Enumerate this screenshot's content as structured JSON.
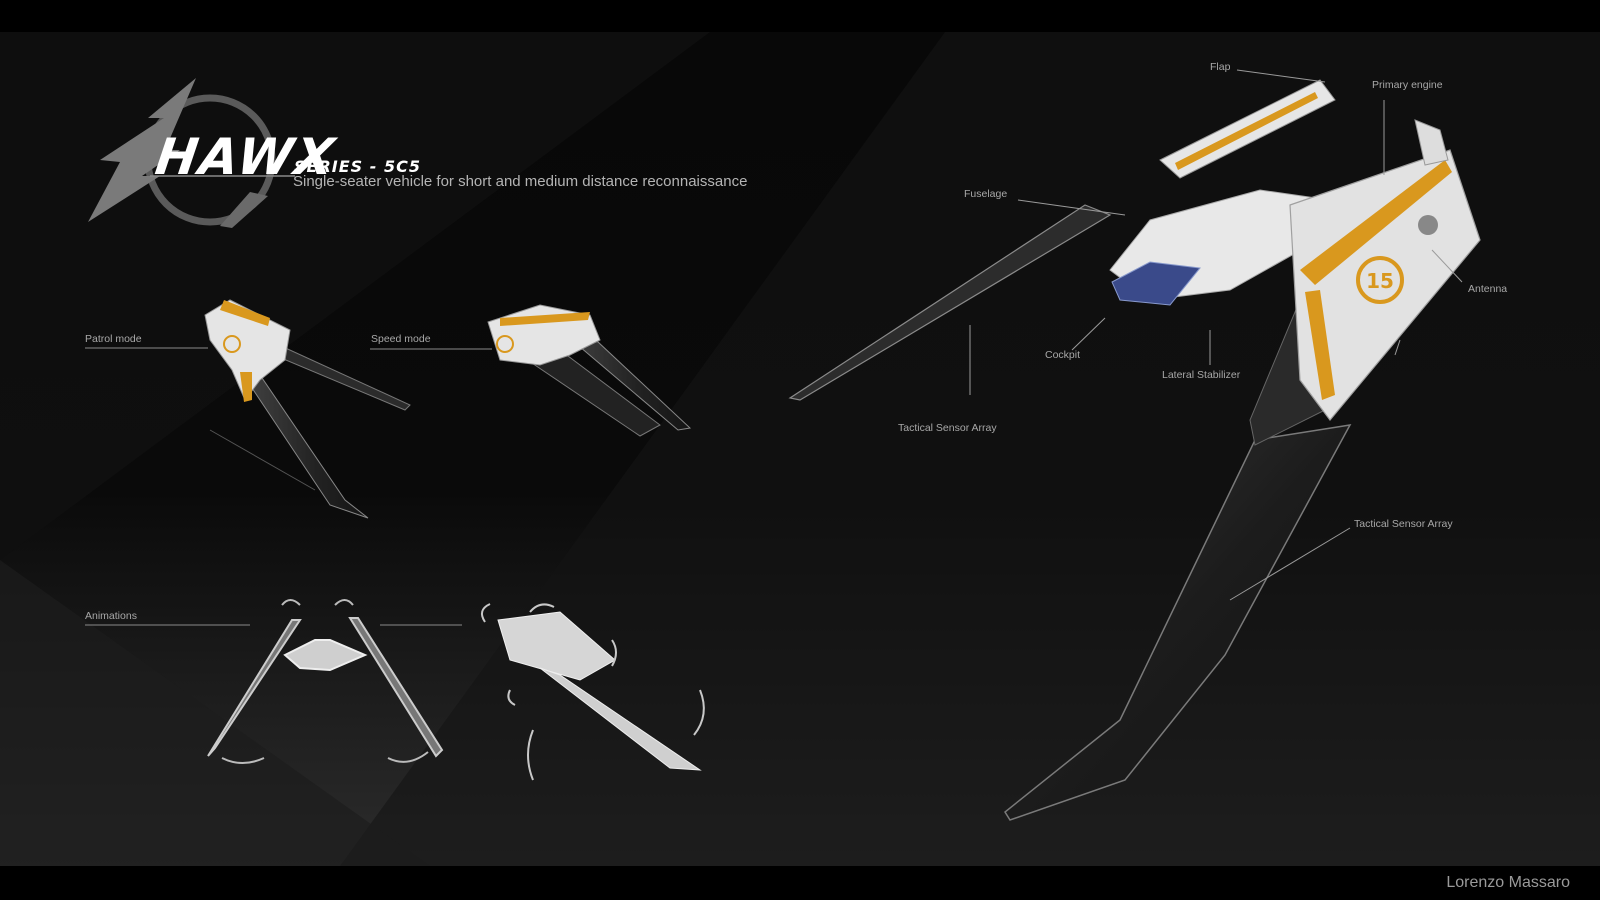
{
  "header": {
    "logo_word": "HAWX",
    "series": "SERIES - 5C5",
    "subtitle": "Single-seater vehicle for short and medium distance reconnaissance"
  },
  "views": {
    "patrol_mode": "Patrol mode",
    "speed_mode": "Speed mode",
    "animations": "Animations"
  },
  "callouts": {
    "flap": "Flap",
    "primary_engine": "Primary engine",
    "fuselage": "Fuselage",
    "antenna": "Antenna",
    "cockpit": "Cockpit",
    "lateral_stabilizer": "Lateral Stabilizer",
    "tactical_sensor_array_left": "Tactical Sensor Array",
    "tactical_sensor_array_right": "Tactical Sensor Array"
  },
  "decal_number": "15",
  "credit": "Lorenzo Massaro",
  "colors": {
    "background": "#000000",
    "panel": "#1a1a1a",
    "accent_orange": "#d9981e",
    "hull_white": "#e8e8e8",
    "wing_dark": "#2a2a2a"
  }
}
